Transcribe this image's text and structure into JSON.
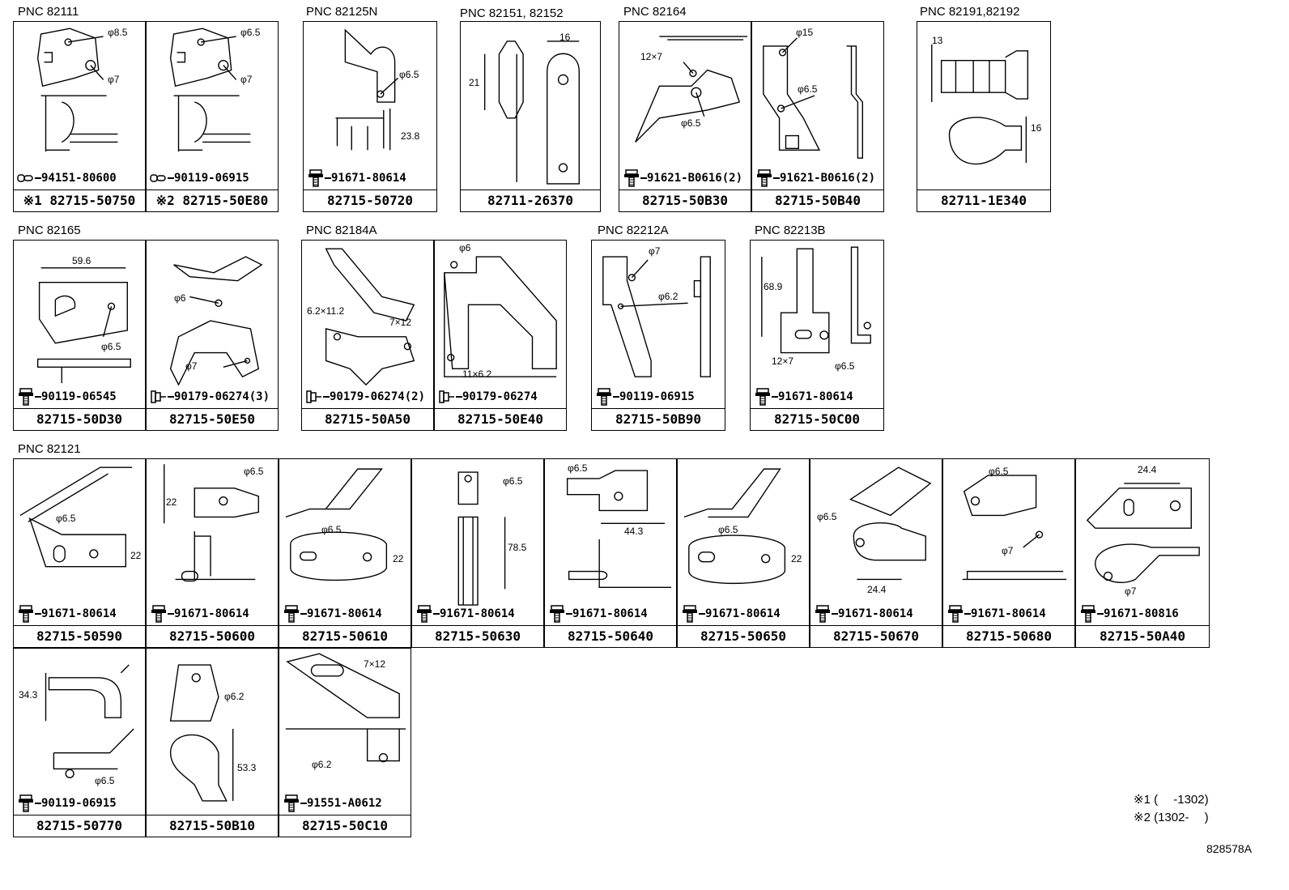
{
  "groups": [
    {
      "pnc": "PNC 82111",
      "cells": [
        {
          "fastener": "94151-80600",
          "part": "※1 82715-50750",
          "dims": [
            "φ8.5",
            "φ7"
          ]
        },
        {
          "fastener": "90119-06915",
          "part": "※2 82715-50E80",
          "dims": [
            "φ6.5",
            "φ7"
          ]
        }
      ]
    },
    {
      "pnc": "PNC 82125N",
      "cells": [
        {
          "fastener": "91671-80614",
          "part": "82715-50720",
          "dims": [
            "φ6.5",
            "23.8"
          ]
        }
      ]
    },
    {
      "pnc": "PNC 82151, 82152",
      "cells": [
        {
          "fastener": "",
          "part": "82711-26370",
          "dims": [
            "16",
            "21"
          ]
        }
      ]
    },
    {
      "pnc": "PNC 82164",
      "cells": [
        {
          "fastener": "91621-B0616(2)",
          "part": "82715-50B30",
          "dims": [
            "12×7",
            "φ6.5"
          ]
        },
        {
          "fastener": "91621-B0616(2)",
          "part": "82715-50B40",
          "dims": [
            "φ15",
            "φ6.5"
          ]
        }
      ]
    },
    {
      "pnc": "PNC 82191,82192",
      "cells": [
        {
          "fastener": "",
          "part": "82711-1E340",
          "dims": [
            "13",
            "16"
          ]
        }
      ]
    },
    {
      "pnc": "PNC 82165",
      "cells": [
        {
          "fastener": "90119-06545",
          "part": "82715-50D30",
          "dims": [
            "59.6",
            "φ6.5"
          ]
        },
        {
          "fastener": "90179-06274(3)",
          "part": "82715-50E50",
          "dims": [
            "φ6",
            "φ7"
          ]
        }
      ]
    },
    {
      "pnc": "PNC 82184A",
      "cells": [
        {
          "fastener": "90179-06274(2)",
          "part": "82715-50A50",
          "dims": [
            "6.2×11.2",
            "7×12"
          ]
        },
        {
          "fastener": "90179-06274",
          "part": "82715-50E40",
          "dims": [
            "φ6",
            "11×6.2"
          ]
        }
      ]
    },
    {
      "pnc": "PNC 82212A",
      "cells": [
        {
          "fastener": "90119-06915",
          "part": "82715-50B90",
          "dims": [
            "φ7",
            "φ6.2"
          ]
        }
      ]
    },
    {
      "pnc": "PNC 82213B",
      "cells": [
        {
          "fastener": "91671-80614",
          "part": "82715-50C00",
          "dims": [
            "68.9",
            "12×7",
            "φ6.5"
          ]
        }
      ]
    },
    {
      "pnc": "PNC 82121",
      "cells": [
        {
          "fastener": "91671-80614",
          "part": "82715-50590",
          "dims": [
            "φ6.5",
            "22"
          ]
        },
        {
          "fastener": "91671-80614",
          "part": "82715-50600",
          "dims": [
            "22",
            "φ6.5"
          ]
        },
        {
          "fastener": "91671-80614",
          "part": "82715-50610",
          "dims": [
            "φ6.5",
            "22"
          ]
        },
        {
          "fastener": "91671-80614",
          "part": "82715-50630",
          "dims": [
            "φ6.5",
            "78.5"
          ]
        },
        {
          "fastener": "91671-80614",
          "part": "82715-50640",
          "dims": [
            "φ6.5",
            "44.3"
          ]
        },
        {
          "fastener": "91671-80614",
          "part": "82715-50650",
          "dims": [
            "φ6.5",
            "22"
          ]
        },
        {
          "fastener": "91671-80614",
          "part": "82715-50670",
          "dims": [
            "φ6.5",
            "24.4"
          ]
        },
        {
          "fastener": "91671-80614",
          "part": "82715-50680",
          "dims": [
            "φ6.5",
            "φ7"
          ]
        },
        {
          "fastener": "91671-80816",
          "part": "82715-50A40",
          "dims": [
            "24.4",
            "φ7"
          ]
        },
        {
          "fastener": "90119-06915",
          "part": "82715-50770",
          "dims": [
            "34.3",
            "φ6.5"
          ]
        },
        {
          "fastener": "",
          "part": "82715-50B10",
          "dims": [
            "φ6.2",
            "53.3"
          ]
        },
        {
          "fastener": "91551-A0612",
          "part": "82715-50C10",
          "dims": [
            "7×12",
            "φ6.2"
          ]
        }
      ]
    }
  ],
  "notes": {
    "n1": "※1 (　 -1302)",
    "n2": "※2 (1302- 　)"
  },
  "doc_id": "828578A"
}
